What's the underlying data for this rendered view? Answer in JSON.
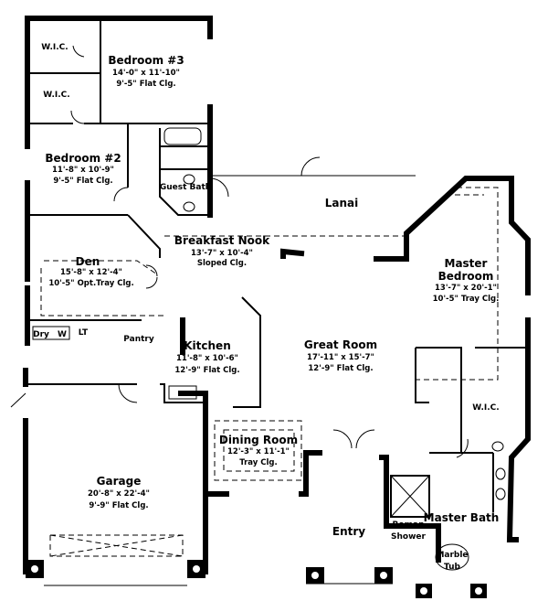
{
  "rooms": {
    "wic1": {
      "name": "W.I.C."
    },
    "wic2": {
      "name": "W.I.C."
    },
    "bedroom3": {
      "name": "Bedroom #3",
      "size": "14'-0\" x 11'-10\"",
      "ceiling": "9'-5\" Flat Clg."
    },
    "bedroom2": {
      "name": "Bedroom #2",
      "size": "11'-8\" x 10'-9\"",
      "ceiling": "9'-5\" Flat Clg."
    },
    "guest_bath": {
      "name": "Guest Bath"
    },
    "lanai": {
      "name": "Lanai"
    },
    "breakfast_nook": {
      "name": "Breakfast Nook",
      "size": "13'-7\" x 10'-4\"",
      "ceiling": "Sloped Clg."
    },
    "den": {
      "name": "Den",
      "size": "15'-8\" x 12'-4\"",
      "ceiling": "10'-5\" Opt.Tray Clg."
    },
    "master_bedroom": {
      "name_line1": "Master",
      "name_line2": "Bedroom",
      "size": "13'-7\" x 20'-1\"",
      "ceiling": "10'-5\" Tray Clg."
    },
    "dry": {
      "name": "Dry"
    },
    "washer": {
      "name": "W"
    },
    "laundry_tub": {
      "name": "LT"
    },
    "pantry": {
      "name": "Pantry"
    },
    "kitchen": {
      "name": "Kitchen",
      "size": "11'-8\" x 10'-6\"",
      "ceiling": "12'-9\" Flat Clg."
    },
    "great_room": {
      "name": "Great Room",
      "size": "17'-11\" x 15'-7\"",
      "ceiling": "12'-9\" Flat Clg."
    },
    "master_wic": {
      "name": "W.I.C."
    },
    "dining_room": {
      "name": "Dining Room",
      "size": "12'-3\" x 11'-1\"",
      "ceiling": "Tray Clg."
    },
    "garage": {
      "name": "Garage",
      "size": "20'-8\" x 22'-4\"",
      "ceiling": "9'-9\" Flat Clg."
    },
    "entry": {
      "name": "Entry"
    },
    "roman_shower": {
      "name_line1": "Roman",
      "name_line2": "Shower"
    },
    "master_bath": {
      "name": "Master Bath"
    },
    "marble_tub": {
      "name_line1": "Marble",
      "name_line2": "Tub"
    }
  }
}
